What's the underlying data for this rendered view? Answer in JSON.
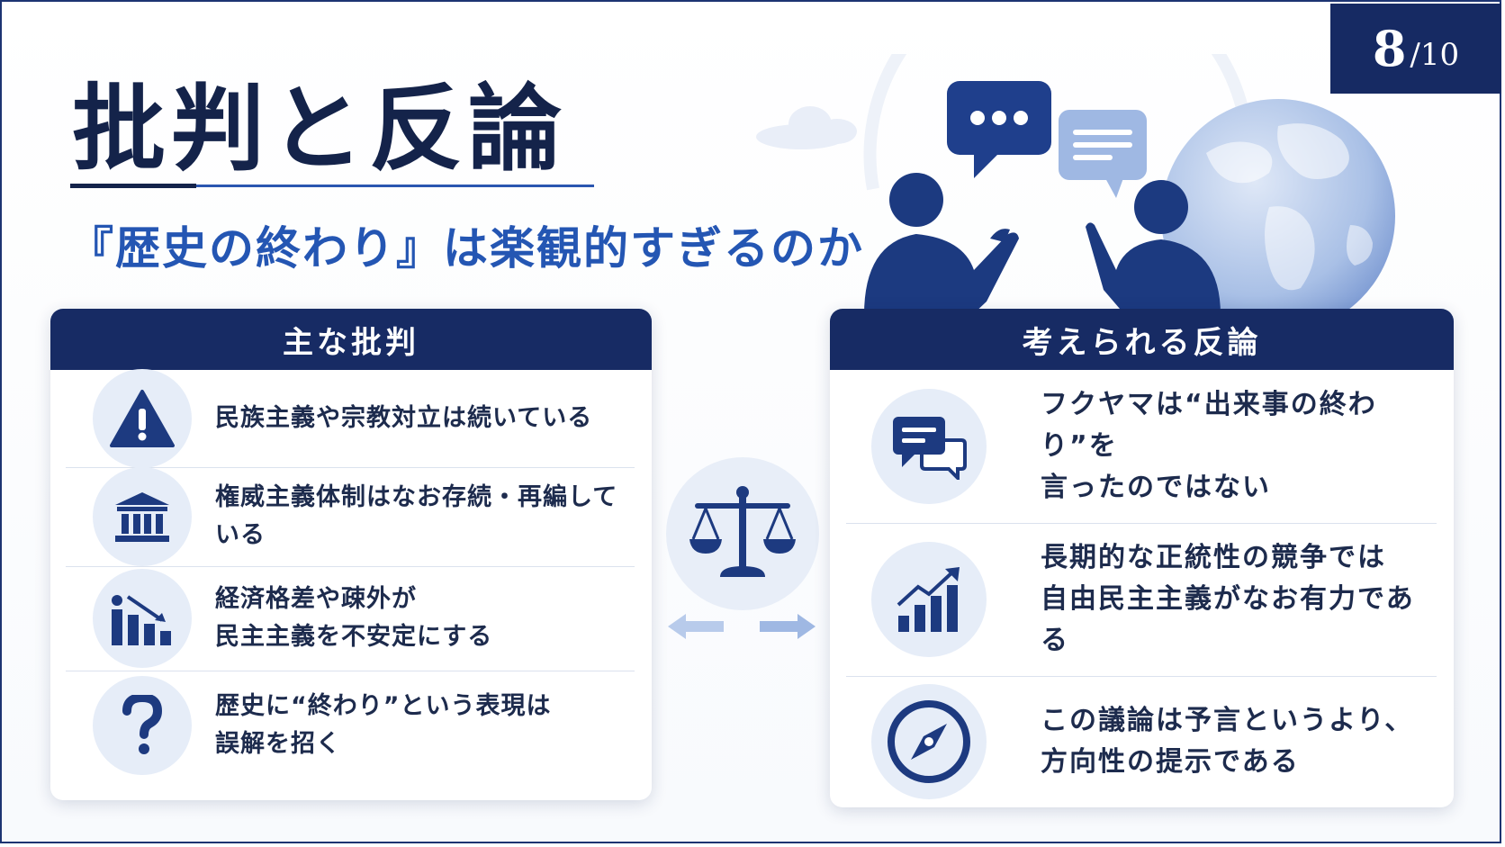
{
  "slide": {
    "page_current": "8",
    "page_total": "/10",
    "title": "批判と反論",
    "subtitle": "『歴史の終わり』は楽観的すぎるのか"
  },
  "colors": {
    "navy": "#172b64",
    "accent_blue": "#2456b3",
    "icon_bg": "#e6edf8"
  },
  "criticisms": {
    "heading": "主な批判",
    "items": [
      {
        "icon": "warning-icon",
        "text": "民族主義や宗教対立は続いている"
      },
      {
        "icon": "government-building-icon",
        "text": "権威主義体制はなお存続・再編している"
      },
      {
        "icon": "declining-chart-icon",
        "text": "経済格差や疎外が\n民主主義を不安定にする"
      },
      {
        "icon": "question-mark-icon",
        "text": "歴史に“終わり”という表現は\n誤解を招く"
      }
    ]
  },
  "rebuttals": {
    "heading": "考えられる反論",
    "items": [
      {
        "icon": "speech-bubbles-icon",
        "text": "フクヤマは“出来事の終わり”を\n言ったのではない"
      },
      {
        "icon": "rising-chart-icon",
        "text": "長期的な正統性の競争では\n自由民主主義がなお有力である"
      },
      {
        "icon": "compass-icon",
        "text": "この議論は予言というより、\n方向性の提示である"
      }
    ]
  }
}
